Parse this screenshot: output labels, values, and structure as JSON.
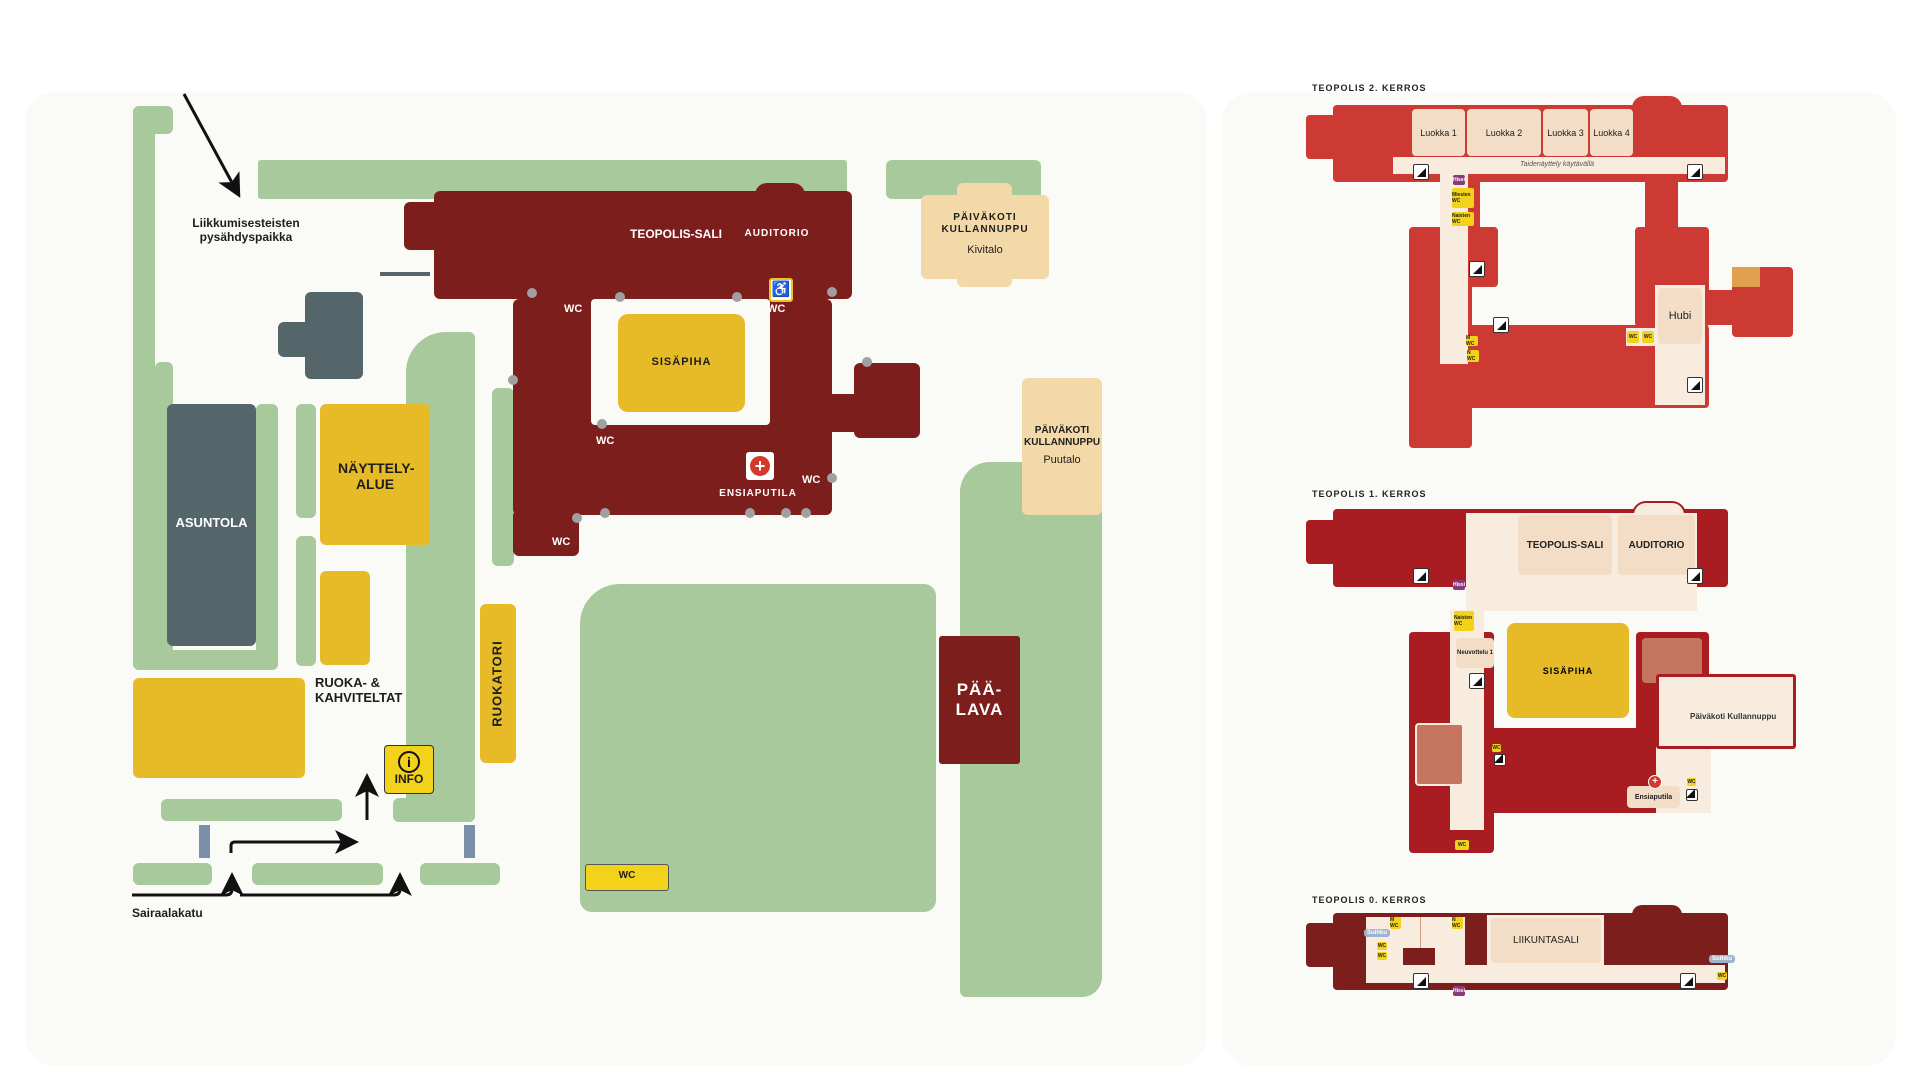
{
  "main_map": {
    "parking_label": "Liikkumisesteisten pysähdyspaikka",
    "teopolis_sali": "TEOPOLIS-SALI",
    "auditorio": "AUDITORIO",
    "sisapiha": "SISÄPIHA",
    "ensiaputila": "ENSIAPUTILA",
    "wc": "WC",
    "paivakoti_kivitalo": {
      "name": "PÄIVÄKOTI KULLANNUPPU",
      "sub": "Kivitalo"
    },
    "paivakoti_puutalo": {
      "name": "PÄIVÄKOTI KULLANNUPPU",
      "sub": "Puutalo"
    },
    "asuntola": "ASUNTOLA",
    "nayttelyalue": "NÄYTTELY-ALUE",
    "ruoka_kahviteltat": "RUOKA- & KAHVITELTAT",
    "ruokatori": "RUOKATORI",
    "paalava": "PÄÄ-LAVA",
    "info": "INFO",
    "street": "Sairaalakatu",
    "outdoor_wc": "WC"
  },
  "floors": [
    {
      "title": "TEOPOLIS 2. KERROS",
      "rooms": [
        "Luokka 1",
        "Luokka 2",
        "Luokka 3",
        "Luokka 4",
        "Hubi"
      ],
      "corridor": "Taidenäyttely käytävällä",
      "tags": {
        "hissi": "Hissi",
        "miesten_wc": "Miesten WC",
        "naisten_wc": "Naisten WC",
        "m_wc": "M WC",
        "n_wc": "N WC",
        "wc": "WC"
      }
    },
    {
      "title": "TEOPOLIS 1. KERROS",
      "rooms": [
        "TEOPOLIS-SALI",
        "AUDITORIO",
        "SISÄPIHA",
        "Neuvottelu 1",
        "Päiväkoti Kullannuppu",
        "Ensiaputila"
      ],
      "tags": {
        "hissi": "Hissi",
        "naisten_wc": "Naisten WC",
        "wc": "WC"
      }
    },
    {
      "title": "TEOPOLIS 0. KERROS",
      "rooms": [
        "LIIKUNTASALI"
      ],
      "tags": {
        "suihku": "Suihku",
        "m_wc": "M WC",
        "n_wc": "N WC",
        "wc": "WC",
        "hissi": "Hissi"
      }
    }
  ],
  "colors": {
    "green": "#a7c99b",
    "building": "#7c1e1c",
    "yellow": "#e6bb27",
    "floor2": "#cc3a33",
    "floor1": "#a81c22",
    "floor0": "#7c1e1c"
  }
}
